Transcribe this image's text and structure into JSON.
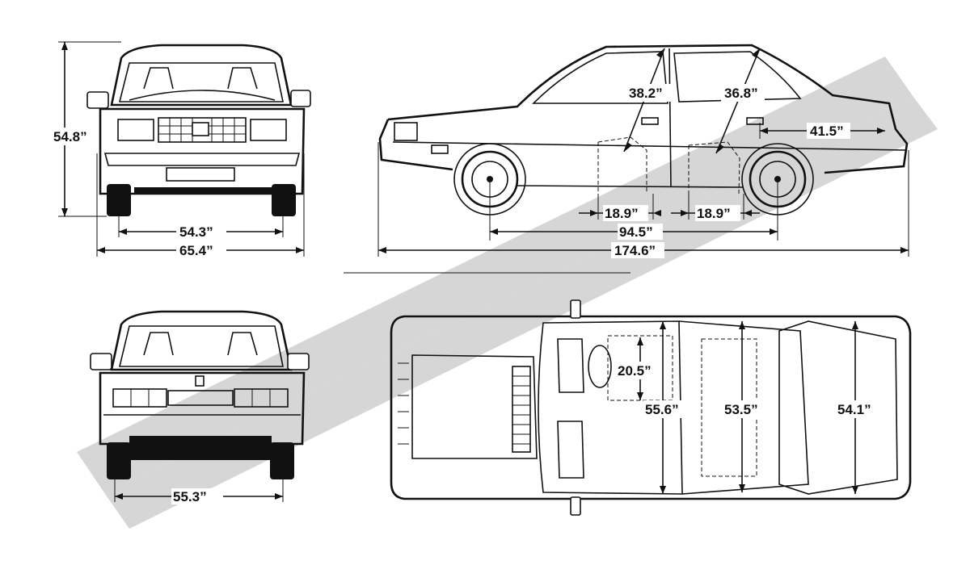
{
  "dimensions": {
    "front_height": "54.8”",
    "front_track": "54.3”",
    "front_width": "65.4”",
    "door_front": "38.2”",
    "door_rear": "36.8”",
    "rear_overhang": "41.5”",
    "seat_front": "18.9”",
    "seat_rear": "18.9”",
    "wheelbase": "94.5”",
    "overall_length": "174.6”",
    "rear_track": "55.3”",
    "legroom": "20.5”",
    "front_shoulder": "55.6”",
    "rear_shoulder": "53.5”",
    "rear_width": "54.1”"
  },
  "views": [
    "front-view",
    "side-view",
    "rear-view",
    "top-view"
  ],
  "watermark_icon": "watermark-logo",
  "colors": {
    "ink": "#111111",
    "paper": "#ffffff",
    "watermark": "#c8c8c8"
  }
}
